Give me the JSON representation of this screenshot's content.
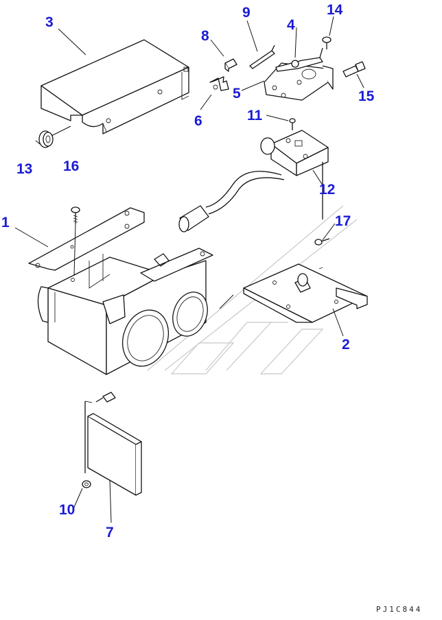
{
  "diagram": {
    "drawing_code": "PJ1C844",
    "callouts": [
      {
        "id": "1",
        "label": "1"
      },
      {
        "id": "2",
        "label": "2"
      },
      {
        "id": "3",
        "label": "3"
      },
      {
        "id": "4",
        "label": "4"
      },
      {
        "id": "5",
        "label": "5"
      },
      {
        "id": "6",
        "label": "6"
      },
      {
        "id": "7",
        "label": "7"
      },
      {
        "id": "8",
        "label": "8"
      },
      {
        "id": "9",
        "label": "9"
      },
      {
        "id": "10",
        "label": "10"
      },
      {
        "id": "11",
        "label": "11"
      },
      {
        "id": "12",
        "label": "12"
      },
      {
        "id": "13",
        "label": "13"
      },
      {
        "id": "14",
        "label": "14"
      },
      {
        "id": "15",
        "label": "15"
      },
      {
        "id": "16",
        "label": "16"
      },
      {
        "id": "17",
        "label": "17"
      }
    ]
  }
}
